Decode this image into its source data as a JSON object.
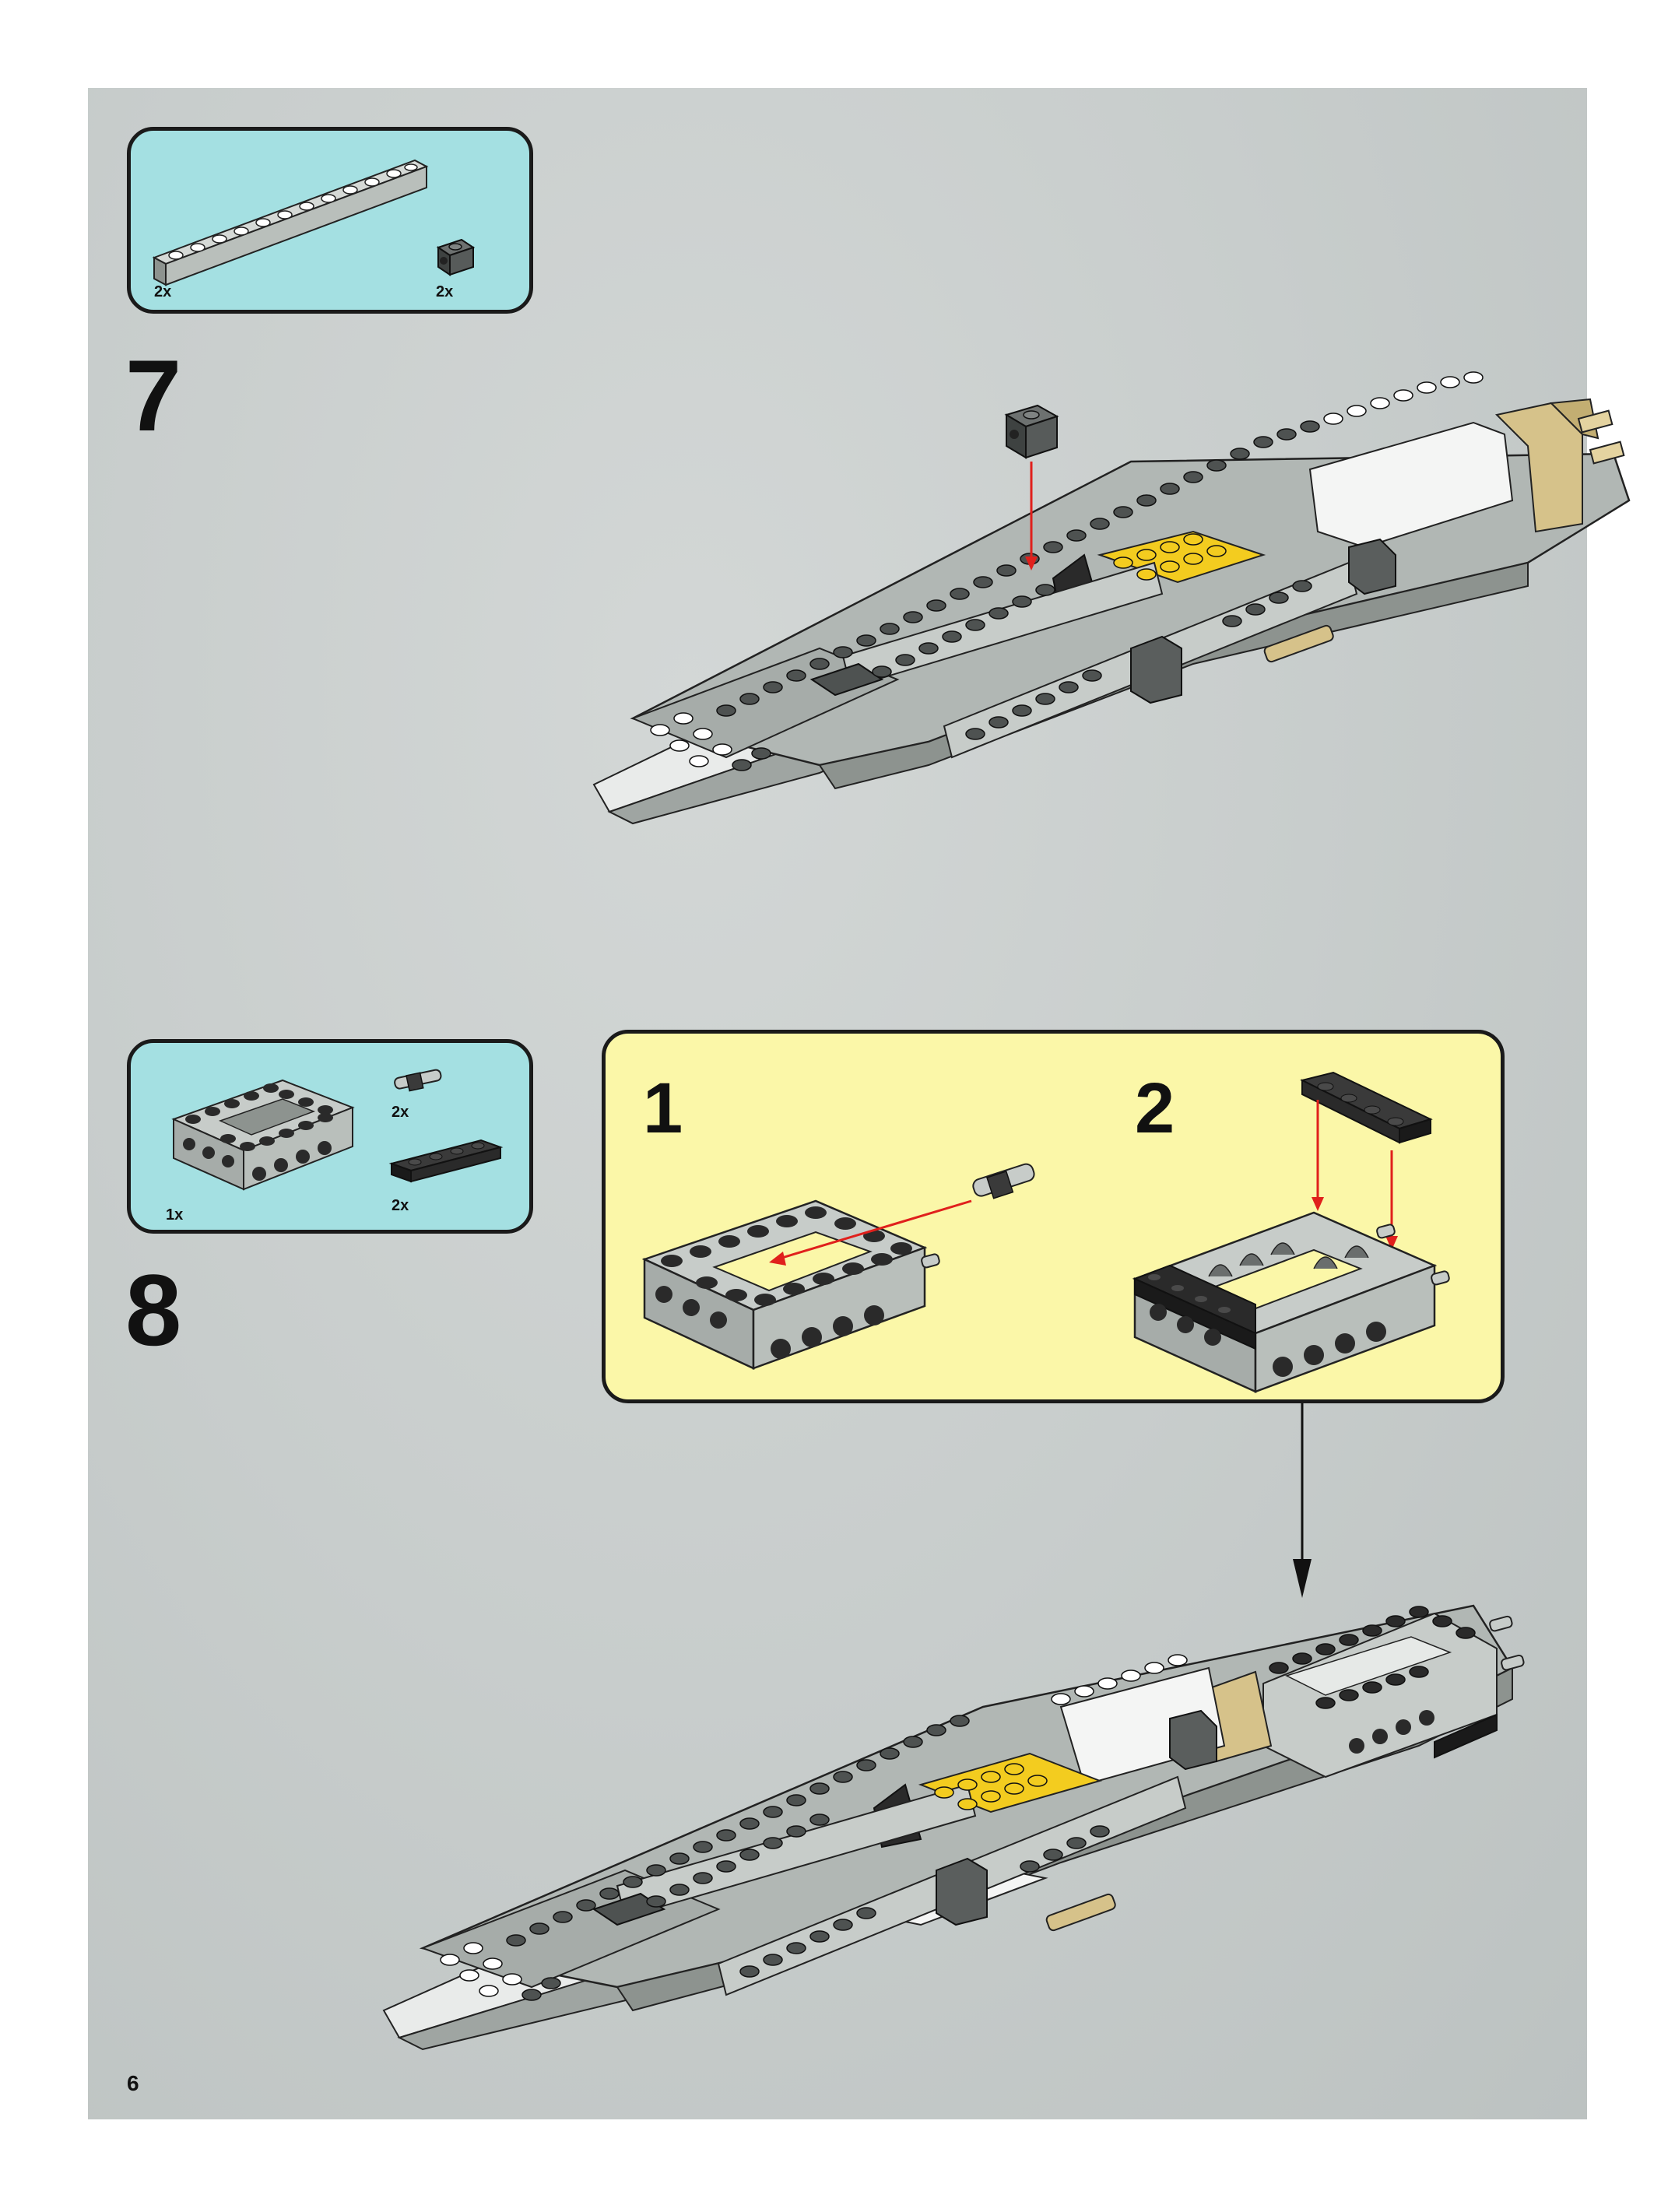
{
  "page_number": "6",
  "steps": [
    {
      "number": "7",
      "parts": [
        {
          "name": "1x12 light gray brick",
          "qty": "2x"
        },
        {
          "name": "1x1 dark gray brick with side stud",
          "qty": "2x"
        }
      ]
    },
    {
      "number": "8",
      "parts": [
        {
          "name": "2x4 light gray technic frame brick",
          "qty": "1x"
        },
        {
          "name": "technic pin connector",
          "qty": "2x"
        },
        {
          "name": "1x4 black plate",
          "qty": "2x"
        }
      ],
      "substeps": [
        {
          "number": "1"
        },
        {
          "number": "2"
        }
      ]
    }
  ],
  "colors": {
    "parts_callout_bg": "#a4e0e2",
    "substep_callout_bg": "#fbf7a8",
    "arrow_red": "#e0201c",
    "light_gray": "#a6aca9",
    "dark_gray": "#4e5251",
    "yellow": "#f3cc1f",
    "tan": "#d6c28a",
    "black": "#202020"
  }
}
